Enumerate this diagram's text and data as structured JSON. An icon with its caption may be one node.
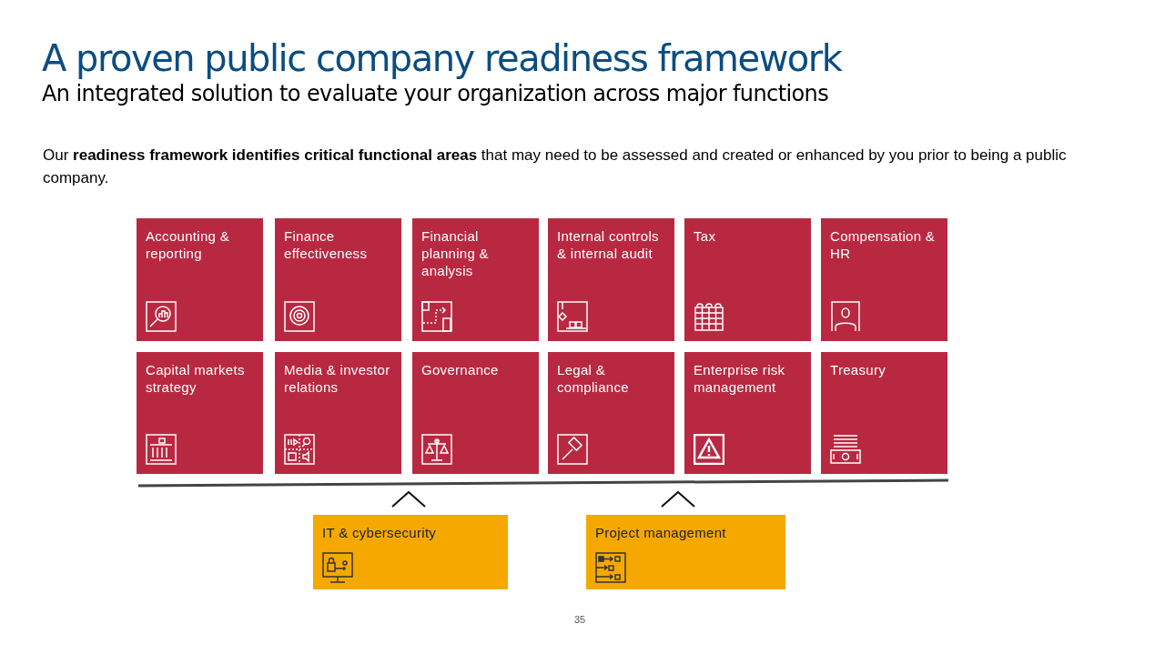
{
  "diagram": {
    "title": "A proven public company readiness framework",
    "nodes": [
      {
        "text": [
          "Accounting & reporting"
        ]
      },
      {
        "text": [
          "Finance effectiveness"
        ]
      },
      {
        "text": [
          "Financial planning & analysis"
        ]
      },
      {
        "text": [
          "Internal controls & internal audit"
        ]
      },
      {
        "text": [
          "Tax"
        ]
      },
      {
        "text": [
          "Compensation & HR"
        ]
      },
      {
        "text": [
          "Capital markets strategy"
        ]
      },
      {
        "text": [
          "Media & investor relations"
        ]
      },
      {
        "text": [
          "Governance"
        ]
      },
      {
        "text": [
          "Legal & compliance"
        ]
      },
      {
        "text": [
          "Enterprise risk management"
        ]
      },
      {
        "text": [
          "Treasury"
        ]
      },
      {
        "text": [
          "IT & cybersecurity"
        ]
      },
      {
        "text": [
          "Project management"
        ]
      }
    ],
    "labels": [
      "An integrated solution to evaluate your organization across major functions",
      "Our **readiness framework identifies critical functional areas** that may need to be assessed and created or enhanced by you prior to being a public company.",
      "35"
    ]
  }
}
